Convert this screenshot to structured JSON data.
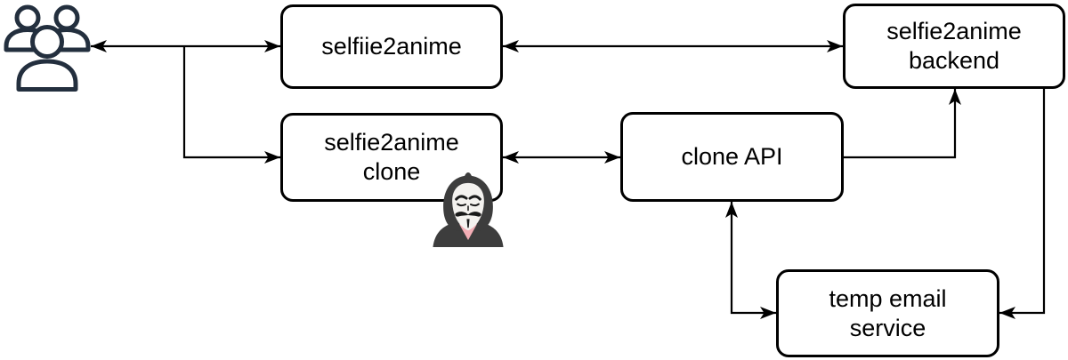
{
  "diagram": {
    "background": "#ffffff",
    "nodes": {
      "selfiie2anime": {
        "label": "selfiie2anime"
      },
      "backend": {
        "label": "selfie2anime\nbackend"
      },
      "clone": {
        "label": "selfie2anime\nclone"
      },
      "clone_api": {
        "label": "clone API"
      },
      "temp_email": {
        "label": "temp email\nservice"
      }
    },
    "actors": {
      "users": {
        "icon": "users-group-icon"
      },
      "hacker": {
        "icon": "anonymous-hacker-icon"
      }
    },
    "edges": [
      {
        "from": "users",
        "to": "selfiie2anime",
        "arrows": "both"
      },
      {
        "from": "users",
        "to": "clone",
        "arrows": "to"
      },
      {
        "from": "selfiie2anime",
        "to": "backend",
        "arrows": "both"
      },
      {
        "from": "clone",
        "to": "clone_api",
        "arrows": "both"
      },
      {
        "from": "clone_api",
        "to": "backend",
        "arrows": "to"
      },
      {
        "from": "clone_api",
        "to": "temp_email",
        "arrows": "both"
      },
      {
        "from": "backend",
        "to": "temp_email",
        "arrows": "to"
      }
    ],
    "colors": {
      "node_border": "#000000",
      "node_fill": "#ffffff",
      "node_text": "#000000",
      "connector": "#000000",
      "users_icon": "#232f3e",
      "hacker_hood": "#3d3d3d",
      "hacker_mask": "#f4f2ef",
      "hacker_collar": "#f3adb5"
    }
  }
}
